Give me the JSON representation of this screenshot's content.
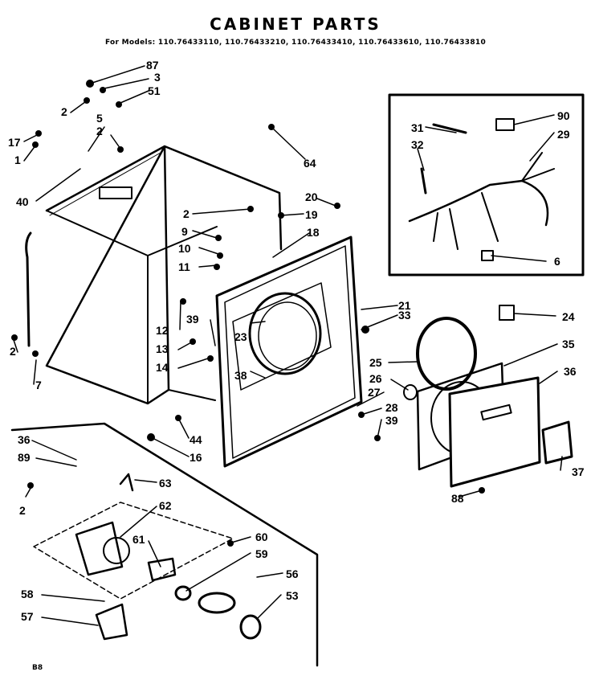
{
  "header": {
    "title": "CABINET PARTS",
    "models": "For Models: 110.76433110, 110.76433210, 110.76433410, 110.76433610, 110.76433810"
  },
  "footer": {
    "code": "B8"
  },
  "callouts": {
    "c87": "87",
    "c3": "3",
    "c51": "51",
    "c2a": "2",
    "c5": "5",
    "c2b": "2",
    "c17": "17",
    "c1": "1",
    "c40": "40",
    "c64": "64",
    "c31": "31",
    "c32": "32",
    "c90": "90",
    "c29": "29",
    "c6": "6",
    "c2c": "2",
    "c19": "19",
    "c20": "20",
    "c18": "18",
    "c9": "9",
    "c10": "10",
    "c11": "11",
    "c21": "21",
    "c33": "33",
    "c24": "24",
    "c12": "12",
    "c39a": "39",
    "c23": "23",
    "c13": "13",
    "c14": "14",
    "c38": "38",
    "c25": "25",
    "c26": "26",
    "c27": "27",
    "c28": "28",
    "c39b": "39",
    "c35": "35",
    "c36a": "36",
    "c37": "37",
    "c88": "88",
    "c2d": "2",
    "c7": "7",
    "c44": "44",
    "c16": "16",
    "c36b": "36",
    "c89": "89",
    "c2e": "2",
    "c63": "63",
    "c62": "62",
    "c61": "61",
    "c60": "60",
    "c59": "59",
    "c56": "56",
    "c53": "53",
    "c58": "58",
    "c57": "57"
  }
}
